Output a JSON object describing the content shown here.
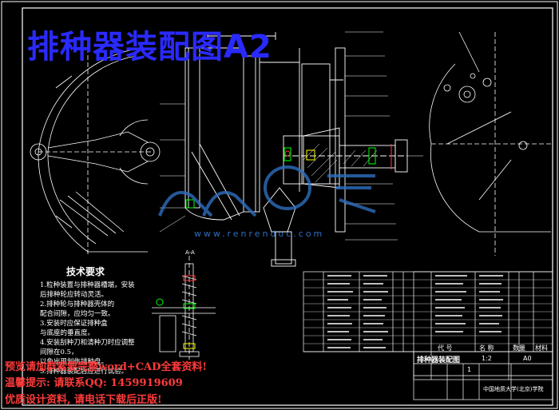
{
  "title": "排种器装配图A2",
  "section_label": "A-A",
  "tech_requirements": {
    "heading": "技术要求",
    "items": [
      "1.粒种装置与排种器槽端，安装",
      "  后排种轮应转动灵活。",
      "2.排种轮与排种器壳体的",
      "  配合间隙，应均匀一致。",
      "3.安装时应保证排种盒",
      "  与底座的垂直度。",
      "4.安装刮种刀和清种刀时应调整",
      "  间隙在0.5，",
      "  以免出现划伤排种盘。",
      "5.排种器装配后应进行试验。"
    ]
  },
  "promo": {
    "line1": "预览请加群索要完整word+CAD全套资料!",
    "line2": "温馨提示: 请联系QQ: 1459919609",
    "line3": "优质设计资料, 请电话下载后正版!"
  },
  "title_block": {
    "drawing_name": "排种器装配图",
    "scale": "1:2",
    "sheet": "A0",
    "qty": "1",
    "school": "中国地质大学(北京)学院",
    "col_code": "代  号",
    "col_name": "名  称",
    "col_qty": "数量",
    "col_material": "材料"
  },
  "watermark": "www.renrendoc.com",
  "colors": {
    "background": "#000000",
    "line": "#ffffff",
    "title_blue": "#2a2aff",
    "promo_red": "#ff3b3b",
    "accent_green": "#00ff00",
    "accent_yellow": "#ffff00"
  }
}
